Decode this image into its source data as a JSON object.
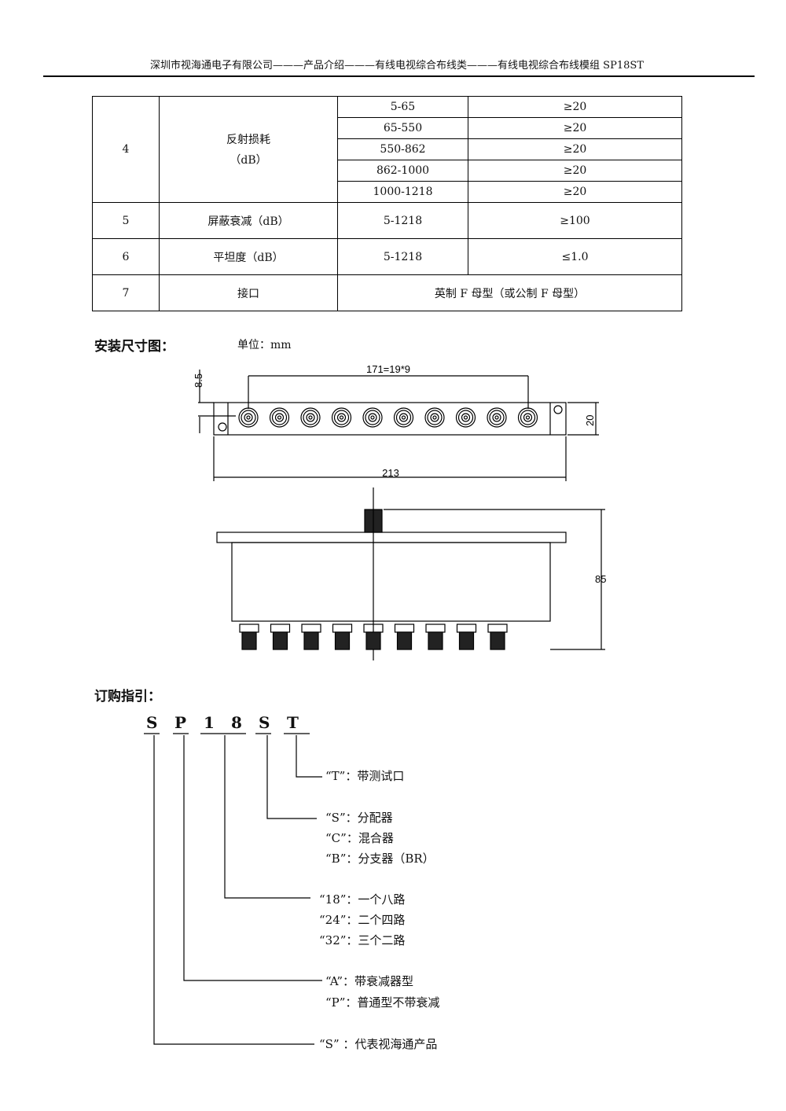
{
  "header": "深圳市视海通电子有限公司———产品介绍———有线电视综合布线类———有线电视综合布线模组 SP18ST",
  "table": {
    "rows": [
      {
        "no": "4",
        "item": "反射损耗",
        "unit": "（dB）",
        "sub": [
          [
            "5-65",
            "≥20"
          ],
          [
            "65-550",
            "≥20"
          ],
          [
            "550-862",
            "≥20"
          ],
          [
            "862-1000",
            "≥20"
          ],
          [
            "1000-1218",
            "≥20"
          ]
        ]
      },
      {
        "no": "5",
        "item": "屏蔽衰减（dB）",
        "range": "5-1218",
        "value": "≥100"
      },
      {
        "no": "6",
        "item": "平坦度（dB）",
        "range": "5-1218",
        "value": "≤1.0"
      },
      {
        "no": "7",
        "item": "接口",
        "value": "英制 F 母型（或公制 F 母型）"
      }
    ]
  },
  "install": {
    "title": "安装尺寸图：",
    "unit": "单位：mm",
    "dims": {
      "pitch": "171=19*9",
      "offset": "8.5",
      "height": "20",
      "length": "213",
      "depth": "85"
    }
  },
  "order": {
    "title": "订购指引：",
    "code": [
      "S",
      "P",
      "1",
      "8",
      "S",
      "T"
    ],
    "options": [
      "“T”：带测试口",
      "“S”：分配器",
      "“C”：混合器",
      "“B”：分支器（BR）",
      "“18”：一个八路",
      "“24”：二个四路",
      "“32”：三个二路",
      "“A”：带衰减器型",
      "“P”：普通型不带衰减",
      "“S” ：代表视海通产品"
    ]
  }
}
